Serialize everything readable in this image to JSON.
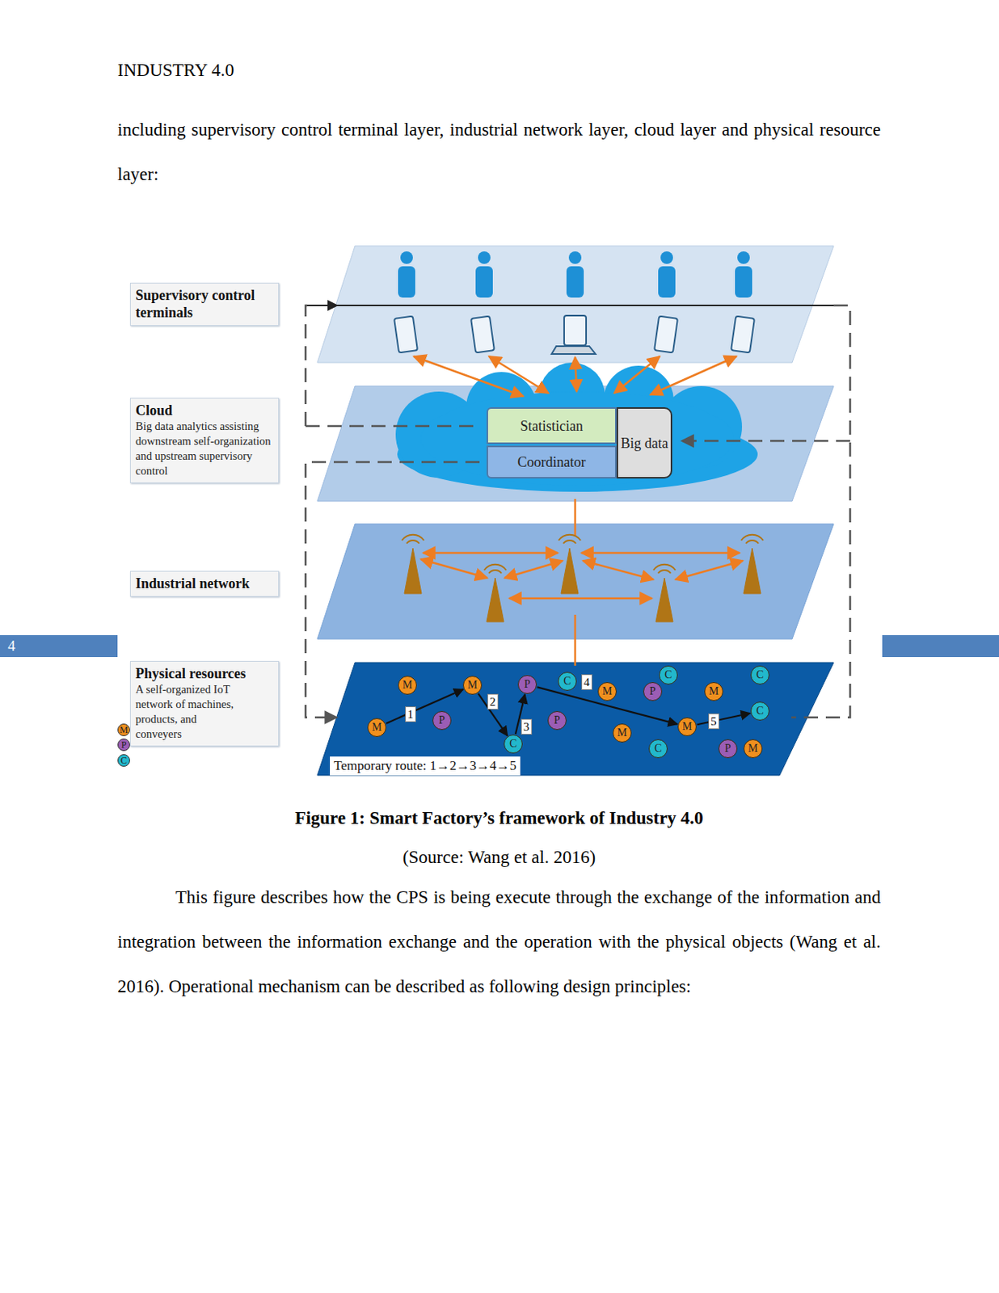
{
  "diagram": {
    "caption": "Figure 1: Smart Factory’s framework of Industry 4.0",
    "nodes": [
      {
        "text": [
          "Supervisory control terminals"
        ]
      },
      {
        "text": [
          "Cloud",
          "Big data analytics assisting downstream self-organization and upstream supervisory control"
        ]
      },
      {
        "text": [
          "Statistician"
        ]
      },
      {
        "text": [
          "Coordinator"
        ]
      },
      {
        "text": [
          "Big data"
        ]
      },
      {
        "text": [
          "Industrial network"
        ]
      },
      {
        "text": [
          "Physical resources",
          "A self-organized IoT network of machines, products, and conveyers"
        ]
      },
      {
        "text": [
          "M"
        ]
      },
      {
        "text": [
          "M"
        ]
      },
      {
        "text": [
          "M"
        ]
      },
      {
        "text": [
          "P"
        ]
      },
      {
        "text": [
          "P"
        ]
      },
      {
        "text": [
          "C"
        ]
      },
      {
        "text": [
          "C"
        ]
      },
      {
        "text": [
          "P"
        ]
      },
      {
        "text": [
          "M"
        ]
      },
      {
        "text": [
          "P"
        ]
      },
      {
        "text": [
          "C"
        ]
      },
      {
        "text": [
          "M"
        ]
      },
      {
        "text": [
          "C"
        ]
      },
      {
        "text": [
          "M"
        ]
      },
      {
        "text": [
          "C"
        ]
      },
      {
        "text": [
          "M"
        ]
      },
      {
        "text": [
          "C"
        ]
      },
      {
        "text": [
          "P"
        ]
      },
      {
        "text": [
          "M"
        ]
      }
    ],
    "edges": [
      {
        "from": 8,
        "to": 9,
        "label": "1",
        "arrow": "to"
      },
      {
        "from": 9,
        "to": 13,
        "label": "2",
        "arrow": "to"
      },
      {
        "from": 13,
        "to": 11,
        "label": "3",
        "arrow": "to"
      },
      {
        "from": 11,
        "to": 22,
        "label": "4",
        "arrow": "to"
      },
      {
        "from": 22,
        "to": 23,
        "label": "5",
        "arrow": "to"
      }
    ],
    "labels": [
      "INDUSTRY 4.0",
      "including supervisory control terminal layer, industrial network layer, cloud layer and physical resource layer:",
      "4",
      "M",
      "P",
      "C",
      "Temporary route: 1→2→3→4→5",
      "(Source: Wang et al. 2016)",
      "This figure describes how the CPS is being execute through the exchange of the information and integration between the information exchange and the operation with the physical objects (Wang et al. 2016). Operational mechanism can be described as following design principles:"
    ]
  }
}
